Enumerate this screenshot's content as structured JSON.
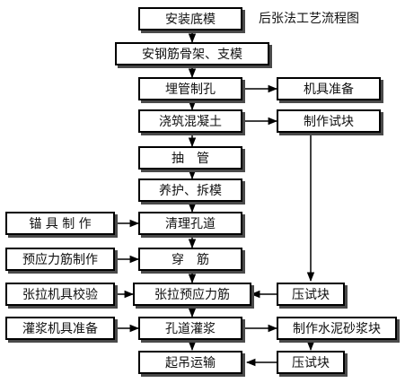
{
  "title": "后张法工艺流程图",
  "nodes": {
    "install_base_mold": "安装底模",
    "install_rebar_frame": "安钢筋骨架、支模",
    "embed_tube_holes": "埋管制孔",
    "pour_concrete": "浇筑混凝土",
    "pull_tube": "抽　管",
    "curing_demold": "养护、拆模",
    "clean_duct": "清理孔道",
    "threading": "穿　筋",
    "tension_tendon": "张拉预应力筋",
    "grout_duct": "孔道灌浆",
    "hoist_transport": "起吊运输",
    "prepare_equipment": "机具准备",
    "make_test_block": "制作试块",
    "anchor_fabrication": "锚 具 制 作",
    "tendon_fabrication": "预应力筋制作",
    "tension_equipment_calibration": "张拉机具校验",
    "grout_equipment_prep": "灌浆机具准备",
    "press_test_block_1": "压试块",
    "make_mortar_block": "制作水泥砂浆块",
    "press_test_block_2": "压试块"
  }
}
